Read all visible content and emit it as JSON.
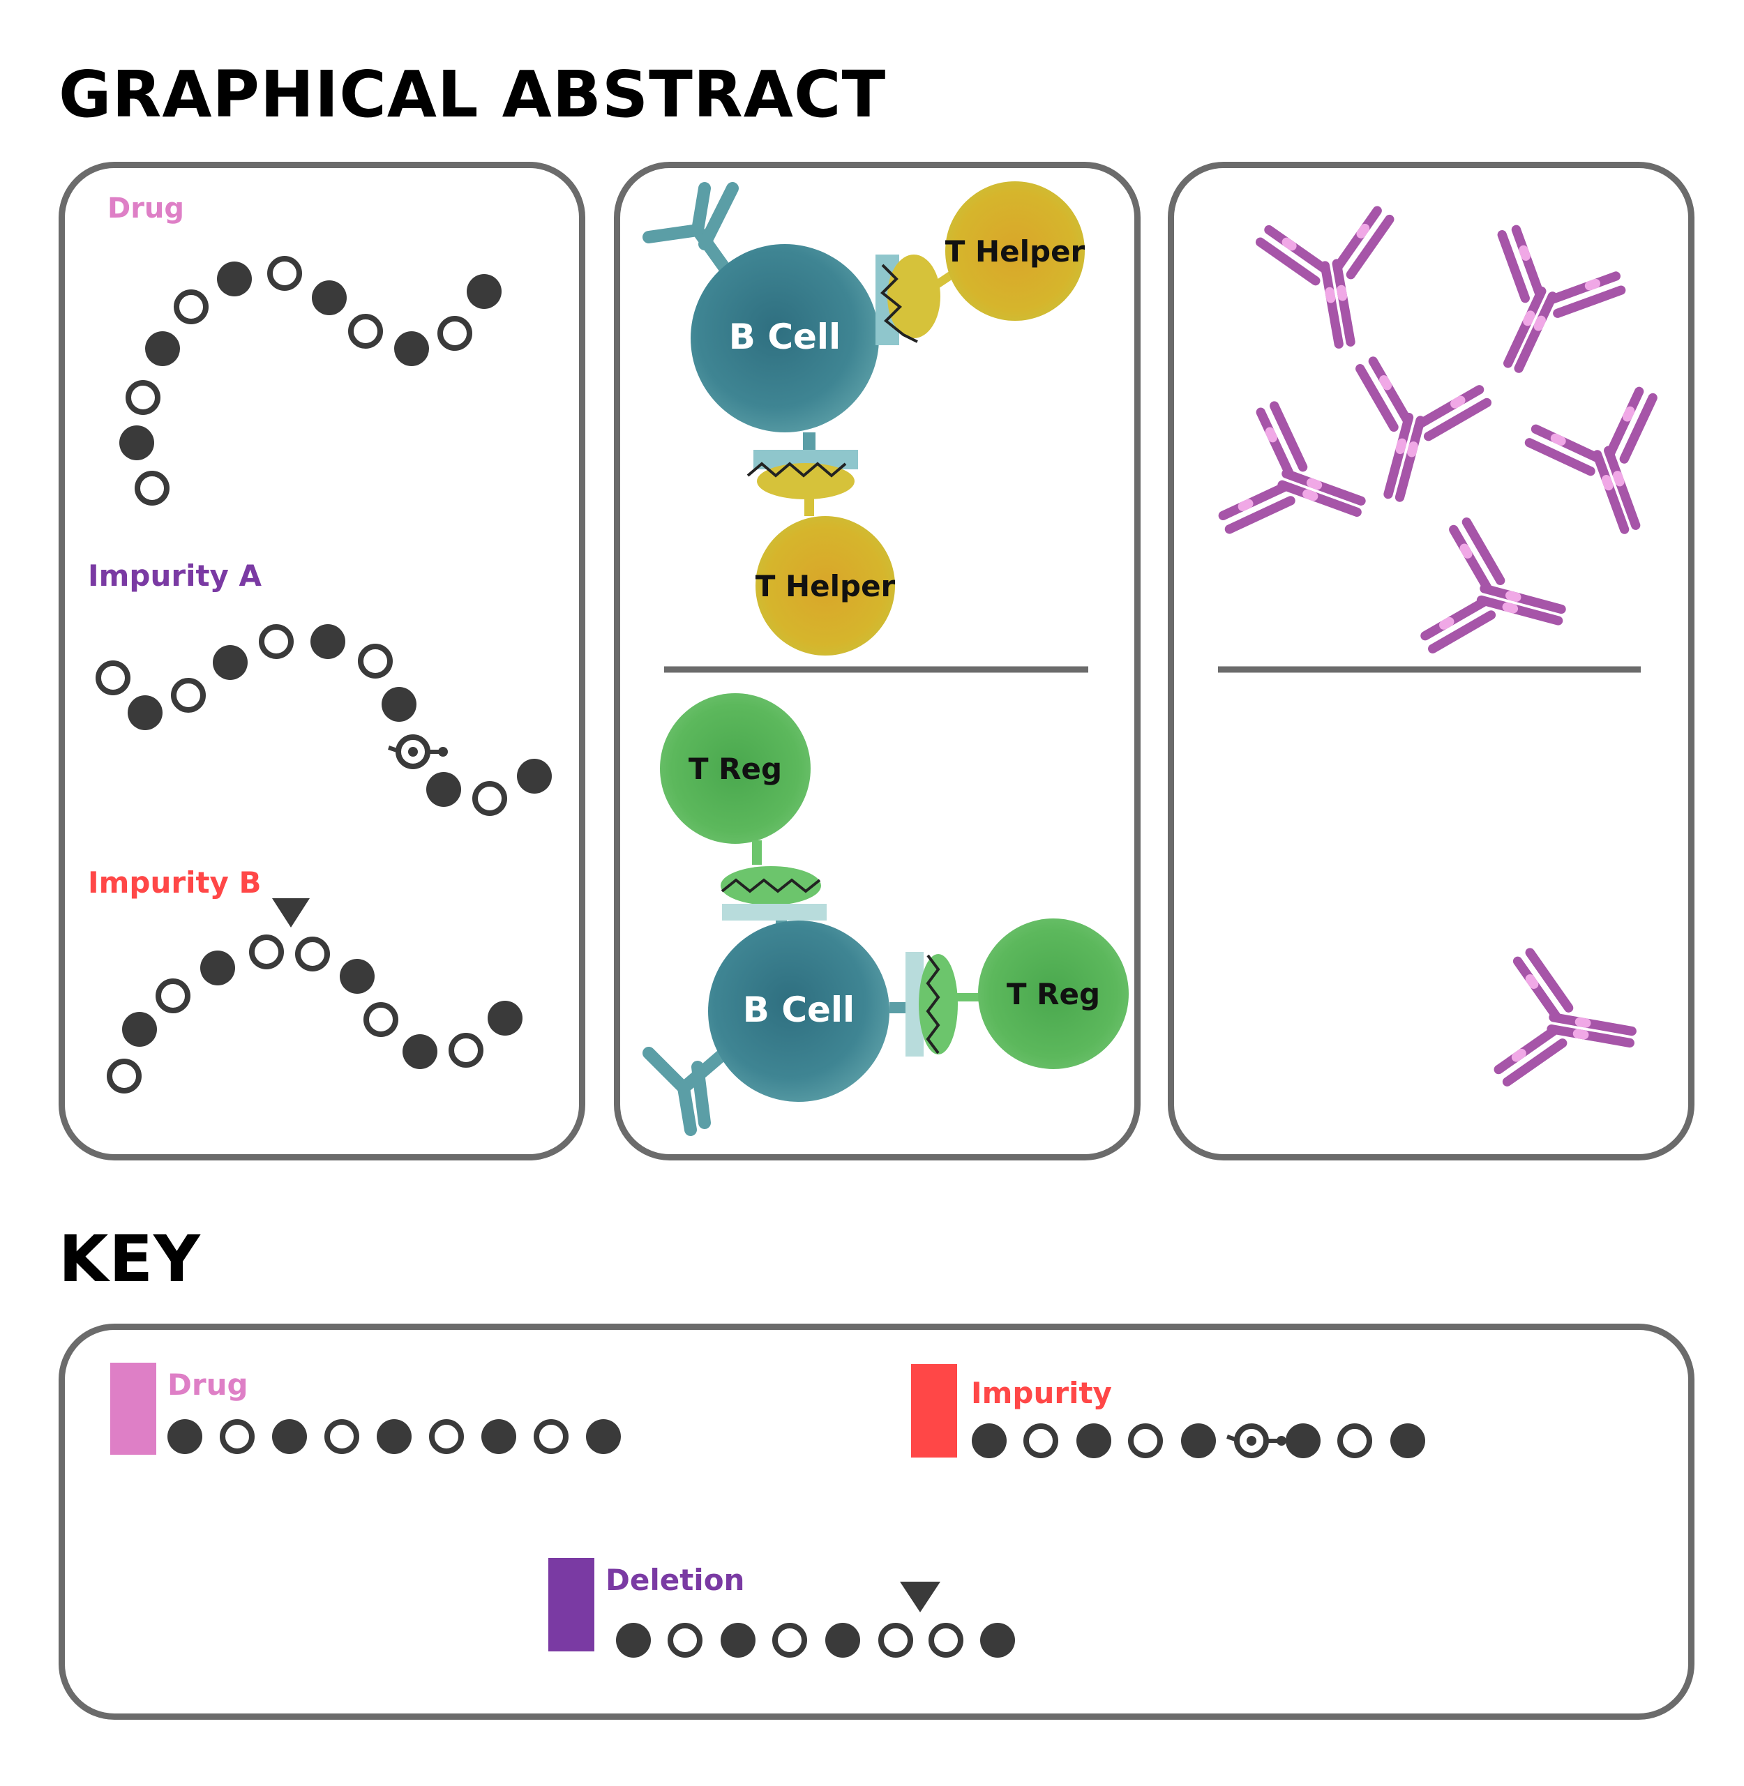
{
  "title": "GRAPHICAL ABSTRACT",
  "key_title": "KEY",
  "colors": {
    "drug": "#de7fc6",
    "impurity": "#ff4747",
    "impurity_a": "#7a3aa3",
    "deletion": "#7a3aa3",
    "bead": "#3a3a3a",
    "b_cell": "#3f8593",
    "t_helper": "#d6b52c",
    "t_reg": "#5cb85c",
    "antibody": "#a655a8",
    "border": "#6b6b6b"
  },
  "panel1": {
    "drug_label": "Drug",
    "impurity_a_label": "Impurity A",
    "impurity_b_label": "Impurity B"
  },
  "panel2": {
    "top": {
      "b_cell": "B Cell",
      "t_helper_right": "T Helper",
      "t_helper_bottom": "T Helper"
    },
    "bottom": {
      "t_reg_top": "T Reg",
      "b_cell": "B Cell",
      "t_reg_right": "T Reg"
    }
  },
  "panel3": {
    "top_antibody_count": 6,
    "bottom_antibody_count": 1
  },
  "key": {
    "drug_label": "Drug",
    "impurity_label": "Impurity",
    "deletion_label": "Deletion"
  }
}
